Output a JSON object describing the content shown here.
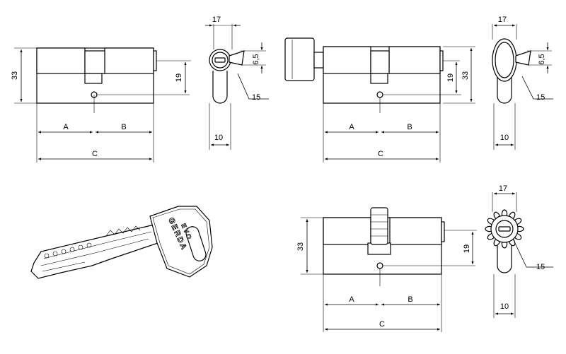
{
  "cylinders": [
    {
      "id": "double",
      "dims": {
        "a": "A",
        "b": "B",
        "c": "C",
        "height": "33",
        "cam_center": "19"
      },
      "profile": {
        "width": "17",
        "pin": "6,5",
        "radius": "15",
        "tail": "10"
      }
    },
    {
      "id": "thumbturn",
      "dims": {
        "a": "A",
        "b": "B",
        "c": "C",
        "height": "33",
        "cam_center": "19"
      },
      "profile": {
        "width": "17",
        "pin": "6,5",
        "radius": "15",
        "tail": "10"
      }
    },
    {
      "id": "gear",
      "dims": {
        "a": "A",
        "b": "B",
        "c": "C",
        "height": "33",
        "cam_center": "19"
      },
      "profile": {
        "width": "17",
        "radius": "15",
        "tail": "10"
      }
    }
  ],
  "key": {
    "brand": "GERDA",
    "model": "EVO"
  },
  "colors": {
    "line": "#000000",
    "background": "#ffffff"
  }
}
